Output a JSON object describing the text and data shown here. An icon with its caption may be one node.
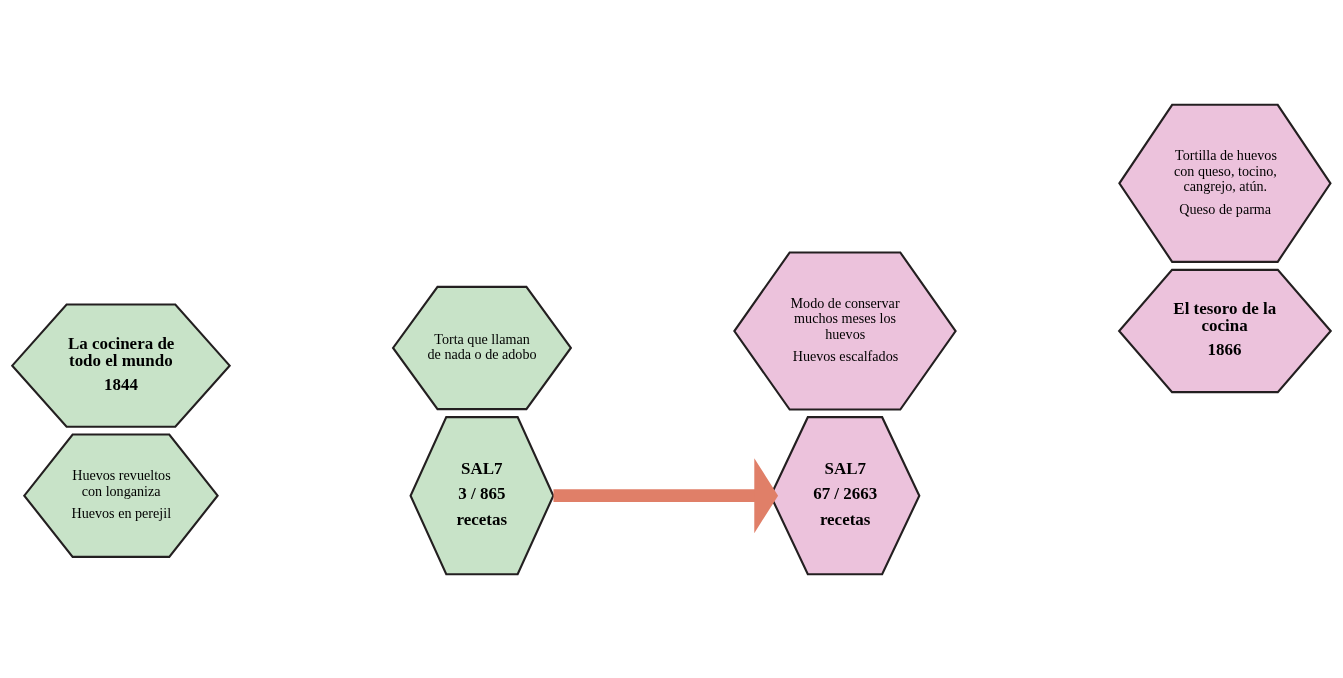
{
  "diagram": {
    "nodes": [
      {
        "text": [
          "La cocinera de todo el mundo",
          "1844"
        ]
      },
      {
        "text": [
          "SAL7",
          "3 / 865",
          "recetas"
        ]
      },
      {
        "text": [
          "Huevos revueltos con longaniza",
          "Huevos en perejil"
        ]
      },
      {
        "text": [
          "Torta que llaman de nada o de adobo"
        ]
      },
      {
        "text": [
          "El tesoro de la cocina",
          "1866"
        ]
      },
      {
        "text": [
          "SAL7",
          "67 / 2663",
          "recetas"
        ]
      },
      {
        "text": [
          "Tortilla de huevos con queso, tocino, cangrejo, atún.",
          "Queso de parma"
        ]
      },
      {
        "text": [
          "Modo de conservar muchos meses los huevos",
          "Huevos escalfados"
        ]
      }
    ],
    "edges": [
      {
        "from": 1,
        "to": 5,
        "arrow": "to",
        "color": "#e07f68"
      }
    ]
  }
}
